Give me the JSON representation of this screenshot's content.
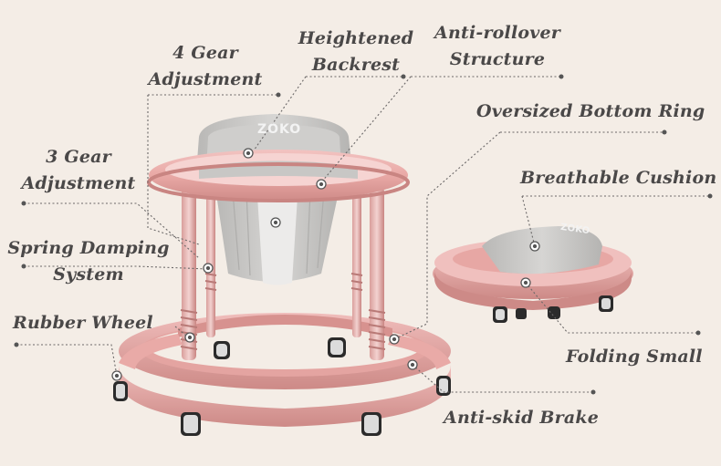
{
  "brand": {
    "logo_text": "ZOKO"
  },
  "labels": {
    "gear4_line1": "4 Gear",
    "gear4_line2": "Adjustment",
    "backrest_line1": "Heightened",
    "backrest_line2": "Backrest",
    "rollover_line1": "Anti-rollover",
    "rollover_line2": "Structure",
    "bottom_ring": "Oversized Bottom Ring",
    "cushion": "Breathable Cushion",
    "gear3_line1": "3 Gear",
    "gear3_line2": "Adjustment",
    "spring_line1": "Spring Damping",
    "spring_line2": "System",
    "wheel": "Rubber Wheel",
    "folding": "Folding Small",
    "brake": "Anti-skid Brake"
  },
  "colors": {
    "background": "#f4ede6",
    "frame_pink": "#e7a7a4",
    "frame_dark": "#c98582",
    "seat_gray": "#c9c8c6",
    "text": "#4a4848"
  }
}
